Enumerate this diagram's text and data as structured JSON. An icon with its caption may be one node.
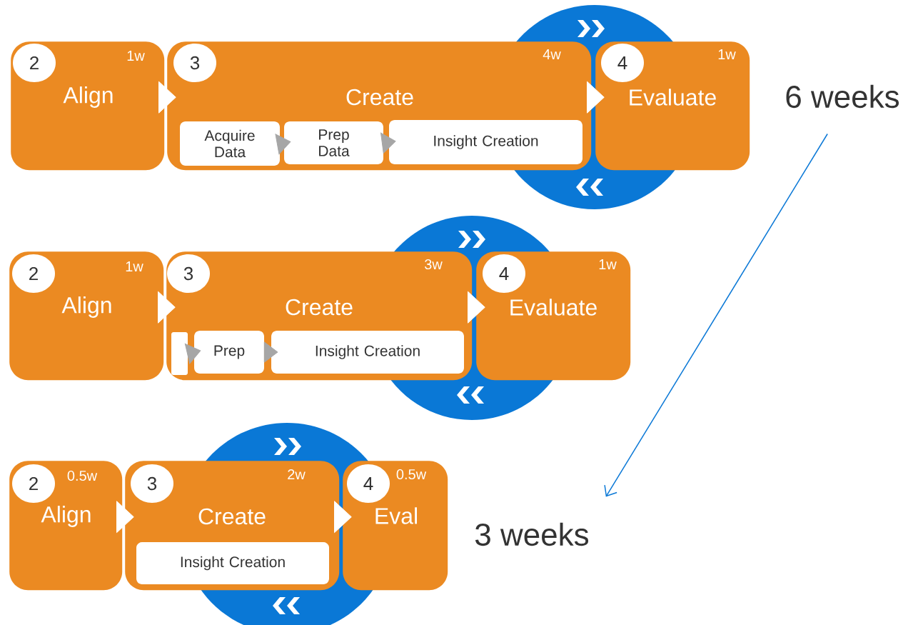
{
  "diagram": {
    "nodes": [
      {
        "text": [
          "1w",
          "Align"
        ]
      },
      {
        "text": [
          "2"
        ],
        "in": 0
      },
      {
        "text": [
          "4w",
          "Create"
        ]
      },
      {
        "text": [
          "3"
        ],
        "in": 2
      },
      {
        "text": [
          "Acquire Data"
        ],
        "in": 2
      },
      {
        "text": [
          "Prep Data"
        ],
        "in": 2
      },
      {
        "text": [
          "Insight Creation"
        ],
        "in": 2
      },
      {
        "text": [
          "1w",
          "Evaluate"
        ]
      },
      {
        "text": [
          "4"
        ],
        "in": 7
      },
      {
        "text": [
          "6 weeks"
        ]
      },
      {
        "text": [
          "1w",
          "Align"
        ]
      },
      {
        "text": [
          "2"
        ],
        "in": 10
      },
      {
        "text": [
          "3w",
          "Create"
        ]
      },
      {
        "text": [
          "3"
        ],
        "in": 12
      },
      {
        "text": [],
        "shape": "box",
        "in": 12
      },
      {
        "text": [
          "Prep"
        ],
        "in": 12
      },
      {
        "text": [
          "Insight Creation"
        ],
        "in": 12
      },
      {
        "text": [
          "1w",
          "Evaluate"
        ]
      },
      {
        "text": [
          "4"
        ],
        "in": 17
      },
      {
        "text": [
          "0.5w",
          "Align"
        ]
      },
      {
        "text": [
          "2"
        ],
        "in": 19
      },
      {
        "text": [
          "2w",
          "Create"
        ]
      },
      {
        "text": [
          "3"
        ],
        "in": 21
      },
      {
        "text": [
          "Insight Creation"
        ],
        "in": 21
      },
      {
        "text": [
          "0.5w",
          "Eval"
        ]
      },
      {
        "text": [
          "4"
        ],
        "in": 24
      },
      {
        "text": [
          "3 weeks"
        ]
      }
    ],
    "edges": [
      {
        "from": 0,
        "to": 2,
        "arrow": "to",
        "color": "#ffffff"
      },
      {
        "from": 2,
        "to": 7,
        "arrow": "to",
        "color": "#ffffff"
      },
      {
        "from": 4,
        "to": 5,
        "arrow": "to",
        "color": "#a6a6a6"
      },
      {
        "from": 5,
        "to": 6,
        "arrow": "to",
        "color": "#a6a6a6"
      },
      {
        "from": 9,
        "to": 26,
        "arrow": "to",
        "color": "#0a78d6"
      },
      {
        "from": 10,
        "to": 12,
        "arrow": "to",
        "color": "#ffffff"
      },
      {
        "from": 12,
        "to": 17,
        "arrow": "to",
        "color": "#ffffff"
      },
      {
        "from": 14,
        "to": 15,
        "arrow": "to",
        "color": "#a6a6a6"
      },
      {
        "from": 15,
        "to": 16,
        "arrow": "to",
        "color": "#a6a6a6"
      },
      {
        "from": 19,
        "to": 21,
        "arrow": "to",
        "color": "#ffffff"
      },
      {
        "from": 21,
        "to": 24,
        "arrow": "to",
        "color": "#ffffff"
      }
    ]
  }
}
